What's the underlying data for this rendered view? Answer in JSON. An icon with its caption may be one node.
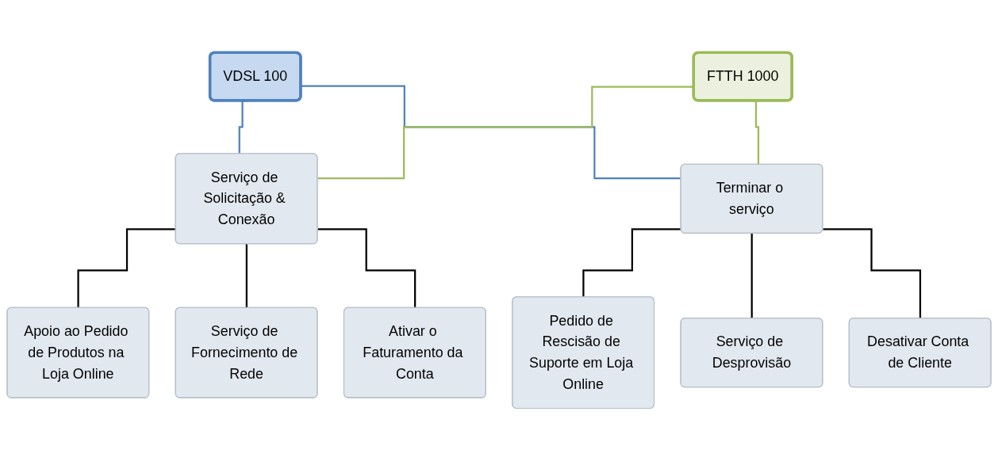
{
  "diagram": {
    "nodes": [
      {
        "text": [
          "VDSL 100"
        ]
      },
      {
        "text": [
          "FTTH 1000"
        ]
      },
      {
        "text": [
          "Serviço de Solicitação & Conexão"
        ]
      },
      {
        "text": [
          "Terminar o serviço"
        ]
      },
      {
        "text": [
          "Apoio ao Pedido de Produtos na Loja Online"
        ]
      },
      {
        "text": [
          "Serviço de Fornecimento de Rede"
        ]
      },
      {
        "text": [
          "Ativar o Faturamento da Conta"
        ]
      },
      {
        "text": [
          "Pedido de Rescisão de Suporte em Loja Online"
        ]
      },
      {
        "text": [
          "Serviço de Desprovisão"
        ]
      },
      {
        "text": [
          "Desativar Conta de Cliente"
        ]
      }
    ],
    "edges": [
      {
        "from": 0,
        "to": 2,
        "arrow": "none",
        "color": "#4f81bd"
      },
      {
        "from": 0,
        "to": 3,
        "arrow": "none",
        "color": "#4f81bd"
      },
      {
        "from": 1,
        "to": 2,
        "arrow": "none",
        "color": "#9bbb59"
      },
      {
        "from": 1,
        "to": 3,
        "arrow": "none",
        "color": "#9bbb59"
      },
      {
        "from": 2,
        "to": 4,
        "arrow": "none"
      },
      {
        "from": 2,
        "to": 5,
        "arrow": "none"
      },
      {
        "from": 2,
        "to": 6,
        "arrow": "none"
      },
      {
        "from": 3,
        "to": 7,
        "arrow": "none"
      },
      {
        "from": 3,
        "to": 8,
        "arrow": "none"
      },
      {
        "from": 3,
        "to": 9,
        "arrow": "none"
      }
    ]
  }
}
